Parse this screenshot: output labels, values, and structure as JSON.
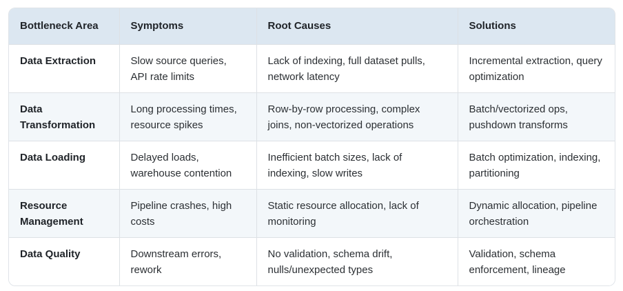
{
  "table": {
    "headers": [
      "Bottleneck Area",
      "Symptoms",
      "Root Causes",
      "Solutions"
    ],
    "rows": [
      {
        "area": "Data Extraction",
        "symptoms": "Slow source queries, API rate limits",
        "root_causes": "Lack of indexing, full dataset pulls, network latency",
        "solutions": "Incremental extraction, query optimization"
      },
      {
        "area": "Data Transformation",
        "symptoms": "Long processing times, resource spikes",
        "root_causes": "Row-by-row processing, complex joins, non-vectorized operations",
        "solutions": "Batch/vectorized ops, pushdown transforms"
      },
      {
        "area": "Data Loading",
        "symptoms": "Delayed loads, warehouse contention",
        "root_causes": "Inefficient batch sizes, lack of indexing, slow writes",
        "solutions": "Batch optimization, indexing, partitioning"
      },
      {
        "area": "Resource Management",
        "symptoms": "Pipeline crashes, high costs",
        "root_causes": "Static resource allocation, lack of monitoring",
        "solutions": "Dynamic allocation, pipeline orchestration"
      },
      {
        "area": "Data Quality",
        "symptoms": "Downstream errors, rework",
        "root_causes": "No validation, schema drift, nulls/unexpected types",
        "solutions": "Validation, schema enforcement, lineage"
      }
    ]
  },
  "colors": {
    "header_bg": "#dce7f1",
    "stripe_bg": "#f3f7fa",
    "border": "#dde1e5",
    "text": "#2b2f33"
  }
}
